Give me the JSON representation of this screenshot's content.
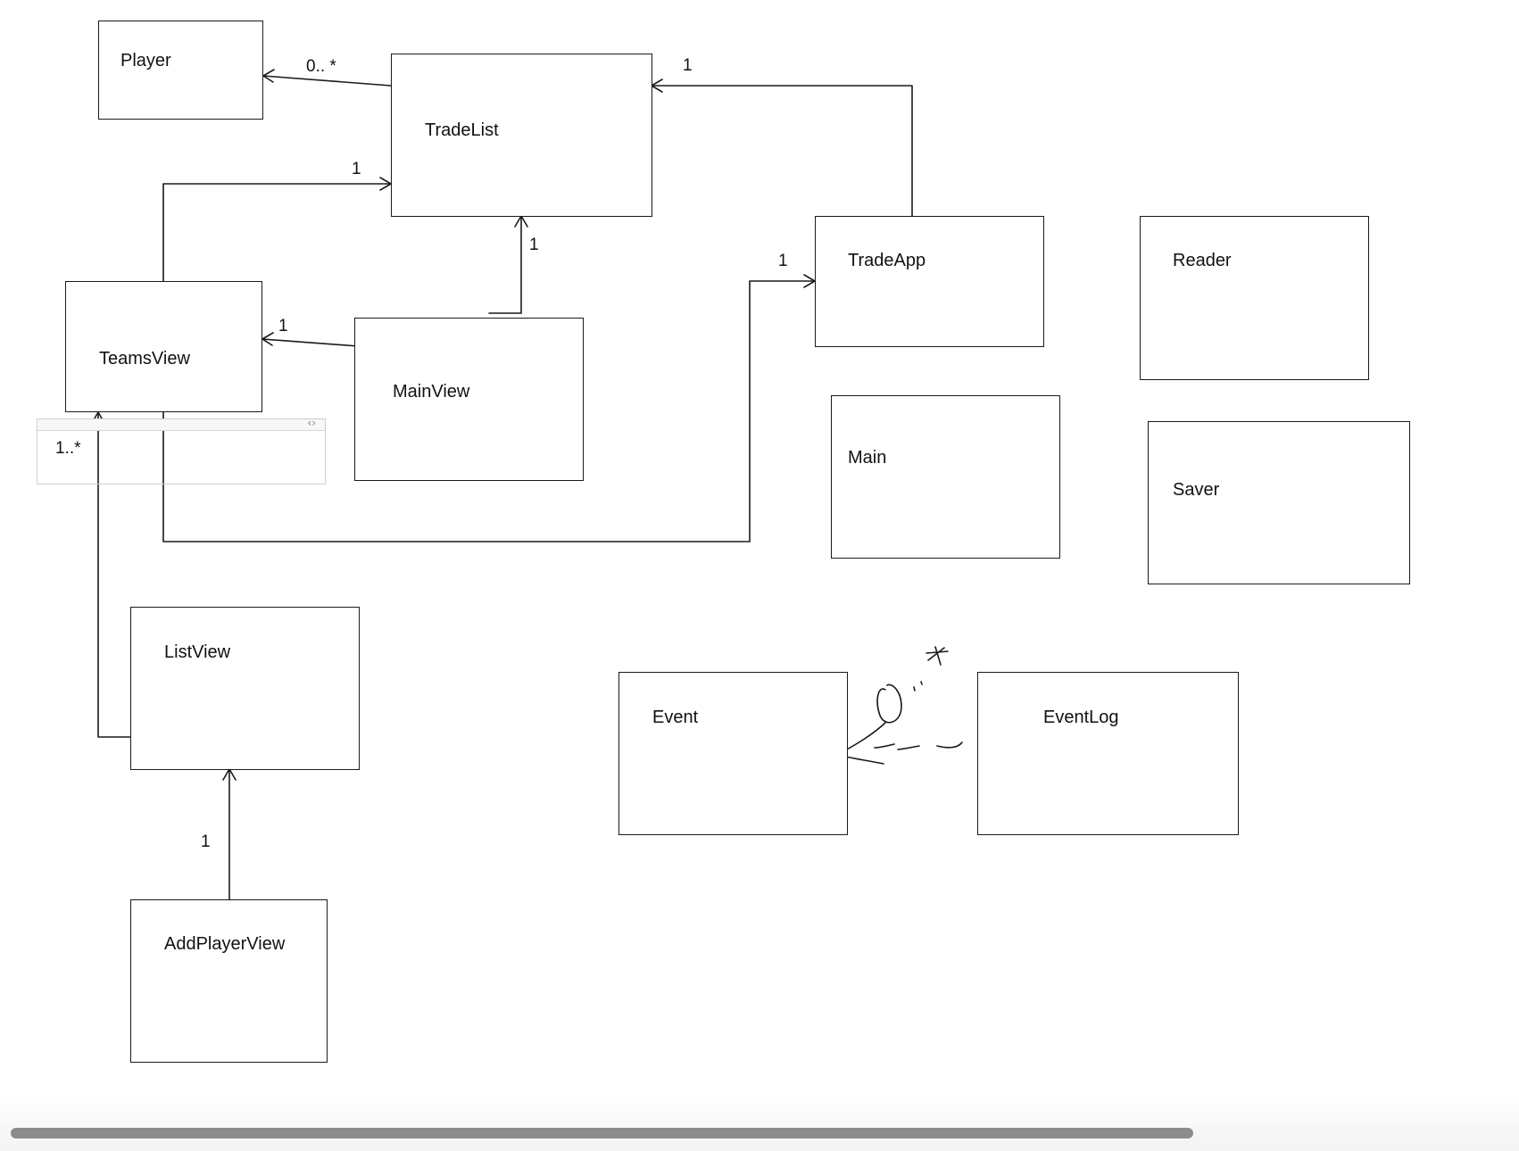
{
  "classes": {
    "player": "Player",
    "tradelist": "TradeList",
    "tradeapp": "TradeApp",
    "reader": "Reader",
    "teamsview": "TeamsView",
    "mainview": "MainView",
    "main": "Main",
    "saver": "Saver",
    "listview": "ListView",
    "event": "Event",
    "eventlog": "EventLog",
    "addplayerview": "AddPlayerView"
  },
  "multiplicities": {
    "tradelist_to_player": "0.. *",
    "tradeapp_to_tradelist": "1",
    "teamsview_to_tradelist": "1",
    "mainview_to_tradelist": "1",
    "teamsview_to_tradeapp": "1",
    "mainview_to_teamsview": "1",
    "listview_to_teamsview": "1..*",
    "addplayerview_to_listview": "1"
  },
  "colors": {
    "line": "#1a1a1a",
    "background": "#ffffff",
    "scrollbar": "#8c8c8c"
  }
}
